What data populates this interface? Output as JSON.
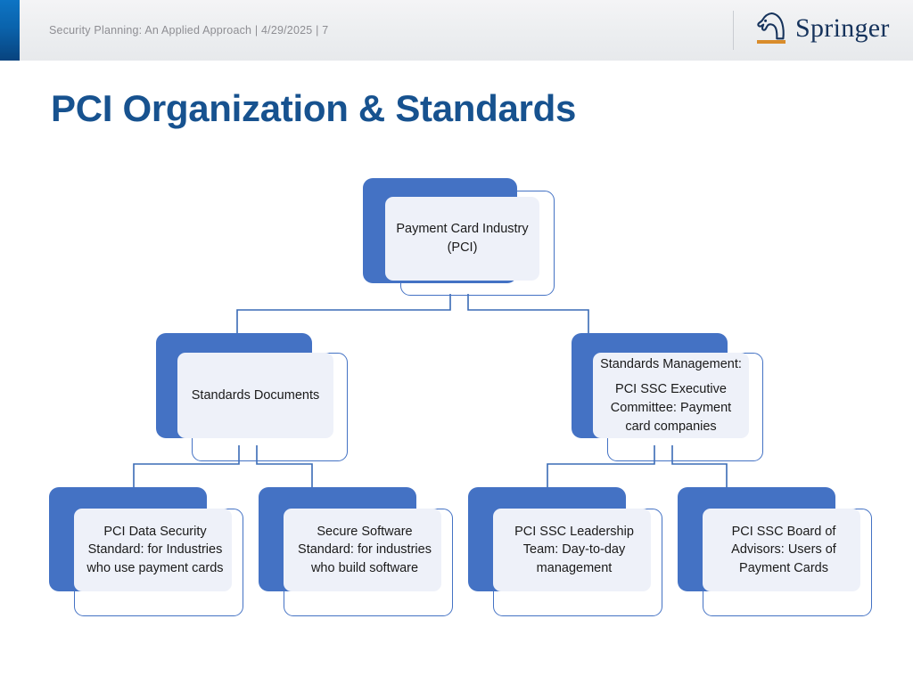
{
  "header": {
    "breadcrumb": "Security Planning: An Applied Approach | 4/29/2025 | 7",
    "logo_text": "Springer",
    "logo_mark": "knight-chess-piece",
    "strip_color": "#0a63ac",
    "underline_color": "#d98c2b"
  },
  "slide": {
    "title": "PCI Organization & Standards",
    "title_color": "#17528f"
  },
  "diagram": {
    "type": "org-chart",
    "box_fill": "#eef1f9",
    "box_accent": "#4472c4",
    "nodes": [
      {
        "id": "pci",
        "level": 0,
        "line1": "Payment Card Industry",
        "line2": "(PCI)"
      },
      {
        "id": "standards-documents",
        "level": 1,
        "line1": "Standards Documents",
        "line2": ""
      },
      {
        "id": "standards-management",
        "level": 1,
        "line1": "Standards Management:",
        "line2": "PCI SSC Executive Committee: Payment card companies"
      },
      {
        "id": "pci-dss",
        "level": 2,
        "line1": "PCI Data Security Standard: for Industries who use payment cards",
        "line2": ""
      },
      {
        "id": "secure-software-standard",
        "level": 2,
        "line1": "Secure Software Standard: for industries who build software",
        "line2": ""
      },
      {
        "id": "pci-ssc-leadership-team",
        "level": 2,
        "line1": "PCI SSC Leadership Team: Day-to-day management",
        "line2": ""
      },
      {
        "id": "pci-ssc-board-of-advisors",
        "level": 2,
        "line1": "PCI SSC Board of Advisors: Users of Payment Cards",
        "line2": ""
      }
    ]
  }
}
